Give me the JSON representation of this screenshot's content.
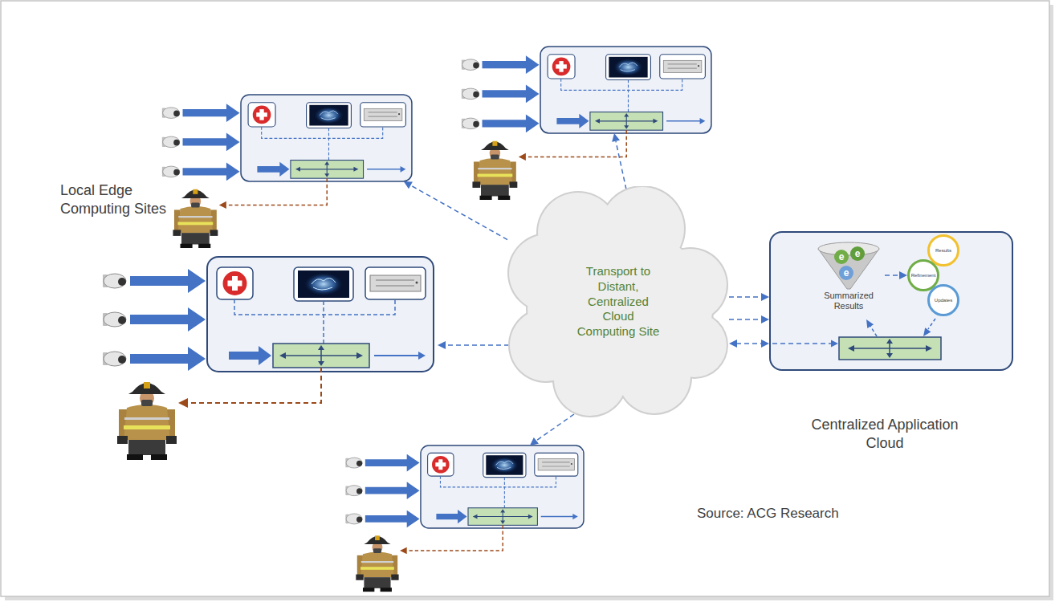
{
  "diagram": {
    "nodes": [
      {
        "text": [
          "Local Edge Computing Sites"
        ]
      },
      {
        "text": [
          "Transport to Distant, Centralized Cloud Computing Site"
        ]
      },
      {
        "text": [
          "Centralized Application Cloud"
        ]
      },
      {
        "text": [
          "Summarized Results"
        ],
        "in": 2
      },
      {
        "text": [
          "e"
        ],
        "in": 3
      },
      {
        "text": [
          "e"
        ],
        "in": 3
      },
      {
        "text": [
          "e"
        ],
        "in": 3
      },
      {
        "text": [
          "Results"
        ],
        "in": 2
      },
      {
        "text": [
          "Refinement"
        ],
        "in": 2
      },
      {
        "text": [
          "Updates"
        ],
        "in": 2
      }
    ],
    "edges": [
      {
        "from": 1,
        "to": 0,
        "arrow": "to"
      },
      {
        "from": 1,
        "to": 2,
        "arrow": "to"
      },
      {
        "from": 1,
        "to": 2,
        "arrow": "to"
      },
      {
        "from": 1,
        "to": 2,
        "arrow": "both"
      },
      {
        "from": 3,
        "to": 8,
        "arrow": "to"
      }
    ],
    "labels": [
      "Source: ACG Research"
    ]
  }
}
